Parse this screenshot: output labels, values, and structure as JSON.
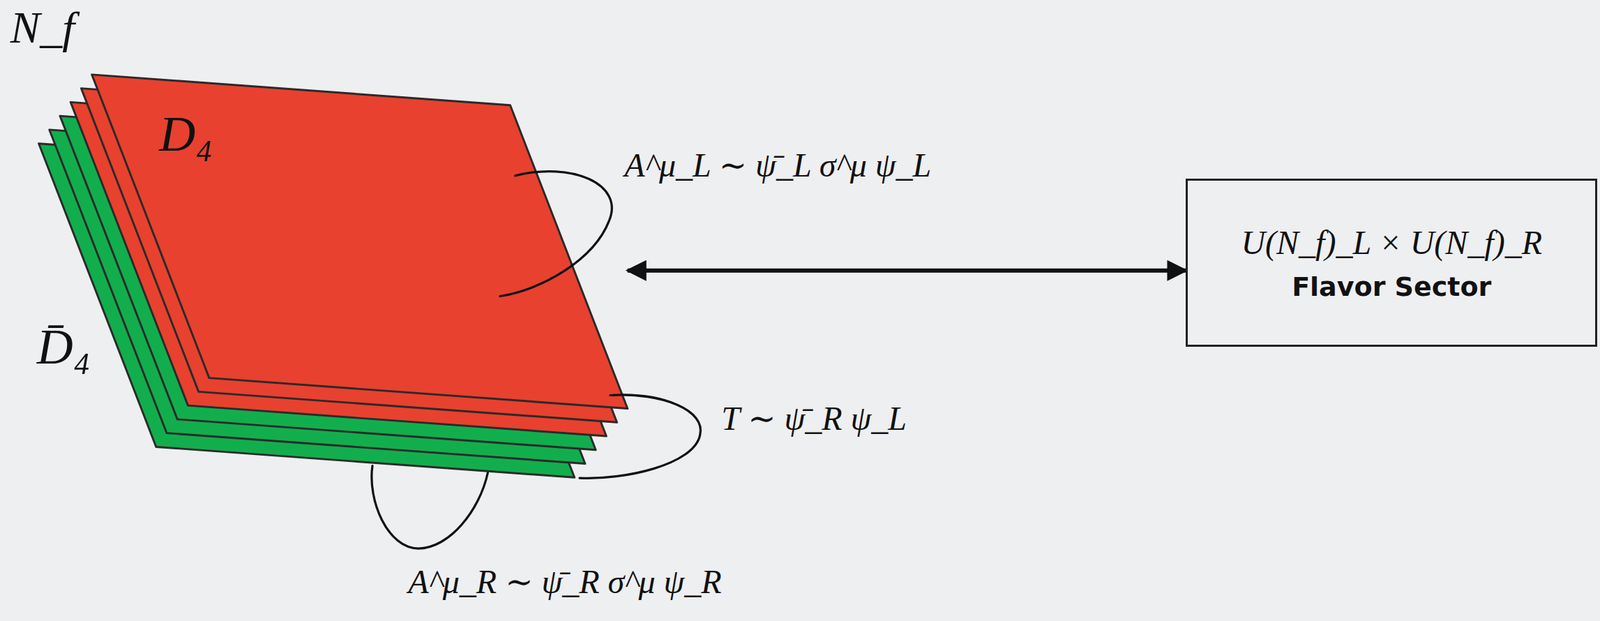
{
  "diagram": {
    "nodes": [
      {
        "text": [
          "D₄"
        ]
      },
      {
        "text": [
          "D̄₄"
        ]
      },
      {
        "text": [
          "U(N_f)_L × U(N_f)_R",
          "Flavor Sector"
        ]
      }
    ],
    "edges": [
      {
        "from": 0,
        "to": 2,
        "arrow": "both"
      }
    ],
    "labels": [
      "N_f",
      "A^μ_L ∼ ψ̄_L σ^μ ψ_L",
      "T ∼ ψ̄_R ψ_L",
      "A^μ_R ∼ ψ̄_R σ^μ ψ_R"
    ]
  }
}
